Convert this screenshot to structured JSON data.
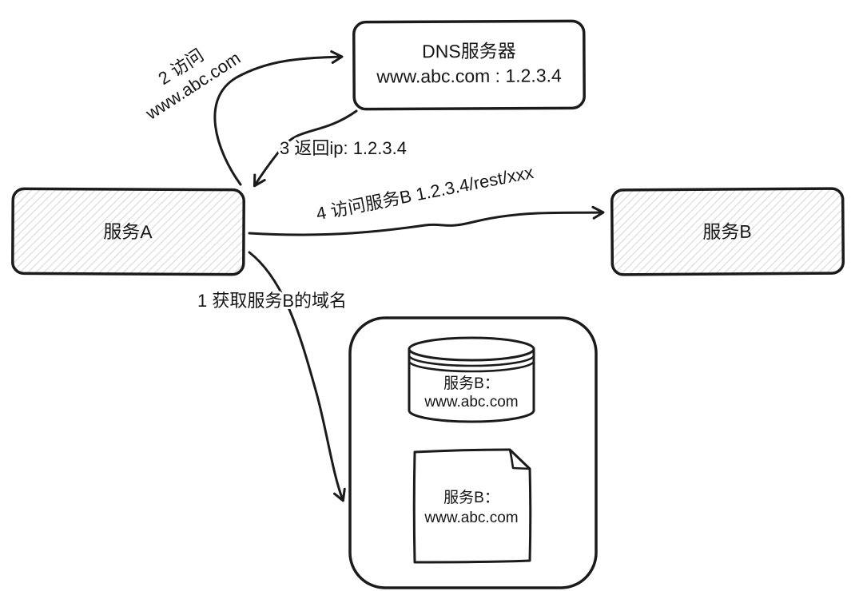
{
  "diagram": {
    "title": "dns-service-discovery-diagram",
    "nodes": {
      "service_a": {
        "label": "服务A"
      },
      "service_b": {
        "label": "服务B"
      },
      "dns": {
        "title": "DNS服务器",
        "record": "www.abc.com : 1.2.3.4"
      },
      "registry": {
        "database": {
          "line1": "服务B：",
          "line2": "www.abc.com"
        },
        "document": {
          "line1": "服务B：",
          "line2": "www.abc.com"
        }
      }
    },
    "edges": {
      "step1": {
        "label": "1 获取服务B的域名"
      },
      "step2": {
        "line1": "2 访问",
        "line2": "www.abc.com"
      },
      "step3": {
        "label": "3 返回ip: 1.2.3.4"
      },
      "step4": {
        "label": "4 访问服务B 1.2.3.4/rest/xxx"
      }
    },
    "colors": {
      "stroke": "#1b1b1b",
      "hatch": "#d8d8d8",
      "background": "#ffffff"
    }
  }
}
